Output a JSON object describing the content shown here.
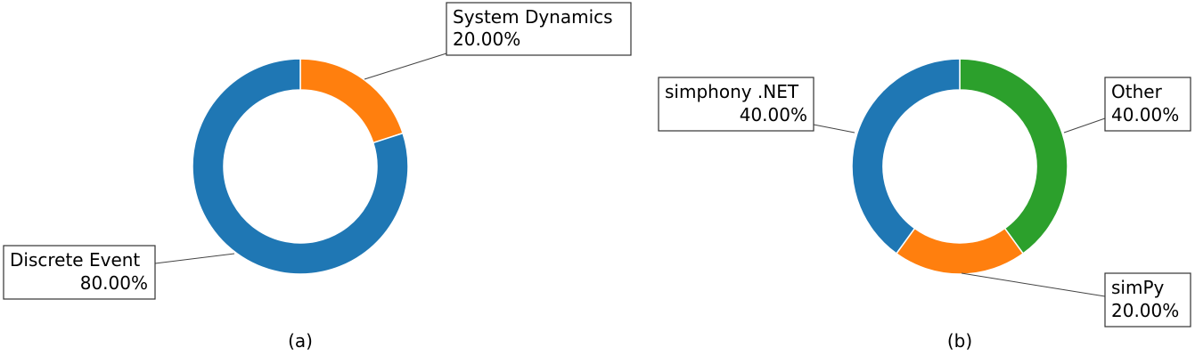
{
  "chart_data": [
    {
      "type": "pie",
      "style": "donut",
      "caption": "(a)",
      "slices": [
        {
          "label": "System Dynamics",
          "value": 20.0,
          "display": "20.00%",
          "color": "#ff7f0e"
        },
        {
          "label": "Discrete Event",
          "value": 80.0,
          "display": "80.00%",
          "color": "#1f77b4"
        }
      ]
    },
    {
      "type": "pie",
      "style": "donut",
      "caption": "(b)",
      "slices": [
        {
          "label": "Other",
          "value": 40.0,
          "display": "40.00%",
          "color": "#2ca02c"
        },
        {
          "label": "simPy",
          "value": 20.0,
          "display": "20.00%",
          "color": "#ff7f0e"
        },
        {
          "label": "simphony .NET",
          "value": 40.0,
          "display": "40.00%",
          "color": "#1f77b4"
        }
      ]
    }
  ]
}
